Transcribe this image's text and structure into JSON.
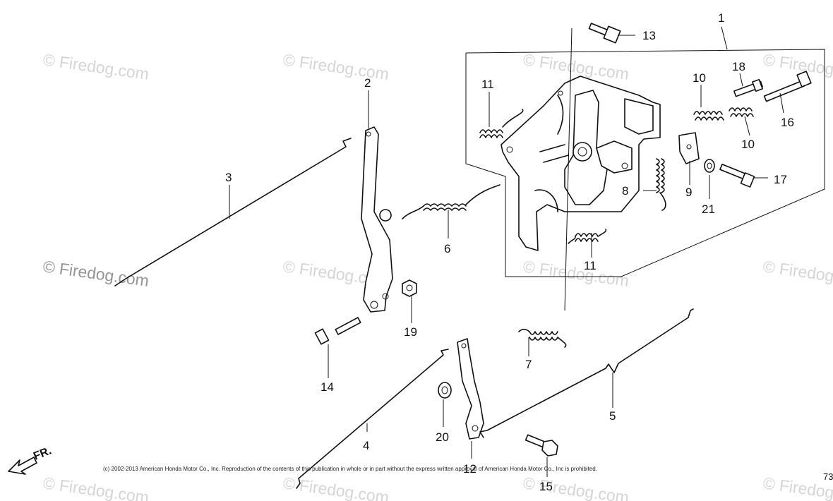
{
  "watermark": {
    "text": "© Firedog.com"
  },
  "callouts": {
    "p1": "1",
    "p2": "2",
    "p3": "3",
    "p4": "4",
    "p5": "5",
    "p6": "6",
    "p7": "7",
    "p8": "8",
    "p9": "9",
    "p10a": "10",
    "p10b": "10",
    "p11a": "11",
    "p11b": "11",
    "p12": "12",
    "p13": "13",
    "p14": "14",
    "p15": "15",
    "p16": "16",
    "p17": "17",
    "p18": "18",
    "p19": "19",
    "p20": "20",
    "p21": "21"
  },
  "front_indicator": {
    "label": "FR."
  },
  "footer": {
    "copyright": "(c) 2002-2013 American Honda Motor Co., Inc. Reproduction of the contents of this publication in whole or in part without the express written approval of American Honda Motor Co., Inc is prohibited.",
    "page_number": "73"
  }
}
